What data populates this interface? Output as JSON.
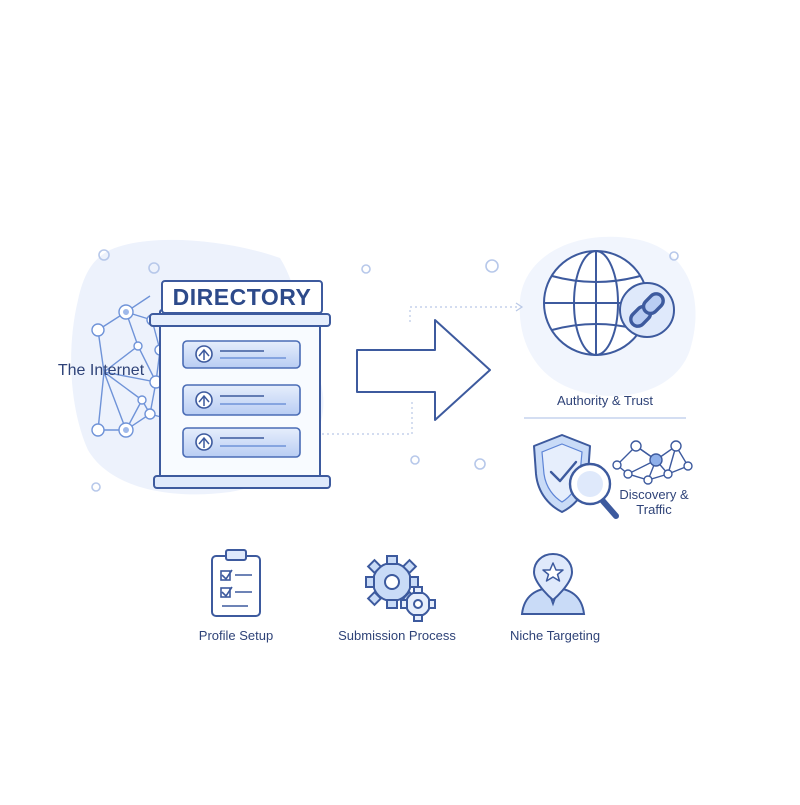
{
  "labels": {
    "internet": "The Internet",
    "directory": "DIRECTORY",
    "authority": "Authority & Trust",
    "discovery": "Discovery & Traffic",
    "profile_setup": "Profile Setup",
    "submission_process": "Submission Process",
    "niche_targeting": "Niche Targeting"
  },
  "colors": {
    "stroke": "#3d5a9e",
    "accent": "#5d84d6",
    "light_fill": "#dfe9fb",
    "blob": "#edf2fc",
    "text": "#2f4378"
  },
  "icons": [
    "network-icon",
    "directory-board-icon",
    "arrow-icon",
    "globe-icon",
    "link-icon",
    "shield-check-icon",
    "magnifier-icon",
    "network-nodes-icon",
    "clipboard-icon",
    "gears-icon",
    "person-pin-icon"
  ]
}
